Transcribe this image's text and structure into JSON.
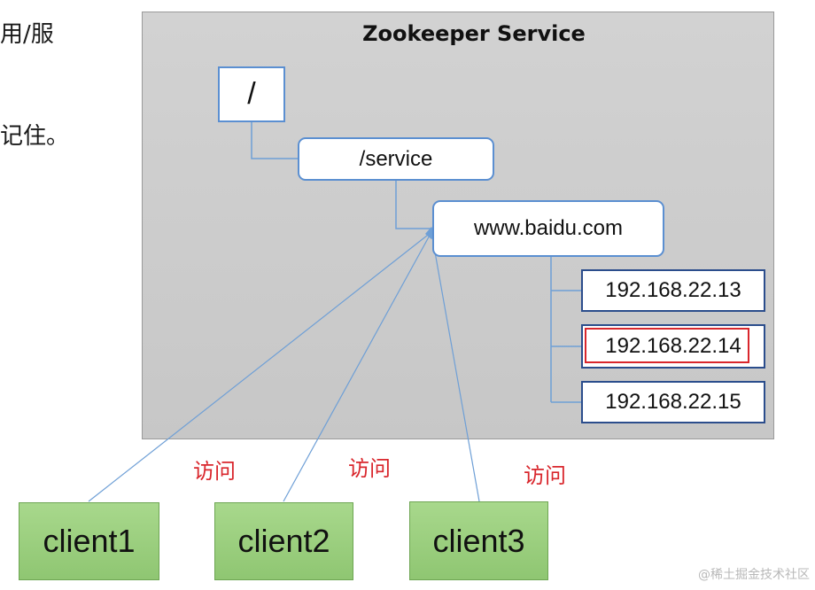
{
  "left_text": {
    "fragment1": "用/服",
    "fragment2": "记住。"
  },
  "panel": {
    "title": "Zookeeper Service"
  },
  "tree": {
    "root": "/",
    "service": "/service",
    "domain": "www.baidu.com",
    "servers": [
      "192.168.22.13",
      "192.168.22.14",
      "192.168.22.15"
    ],
    "highlighted_server_index": 1
  },
  "clients": [
    {
      "label": "client1",
      "access_label": "访问"
    },
    {
      "label": "client2",
      "access_label": "访问"
    },
    {
      "label": "client3",
      "access_label": "访问"
    }
  ],
  "watermark": "@稀土掘金技术社区",
  "colors": {
    "node_border": "#5b8fd1",
    "server_border": "#2b4d8c",
    "highlight": "#d9262c",
    "client_fill": "#9cd07f",
    "connector": "#6e9fd6",
    "panel_fill": "#c9c9c9"
  }
}
